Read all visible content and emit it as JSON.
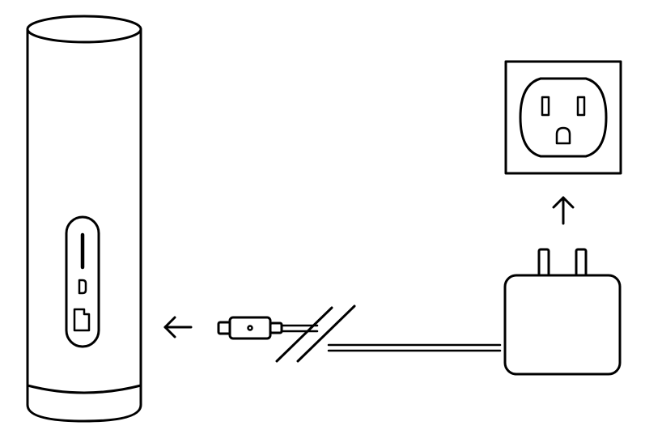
{
  "diagram": {
    "device": "cylindrical-hub",
    "ports": [
      "sd-card-slot-icon",
      "usb-c-port-icon",
      "ethernet-port-icon"
    ],
    "power_adapter": "wall-plug-adapter",
    "outlet": "us-wall-outlet",
    "cable": "usb-c-cable",
    "colors": {
      "line": "#000000",
      "background": "#ffffff"
    }
  }
}
